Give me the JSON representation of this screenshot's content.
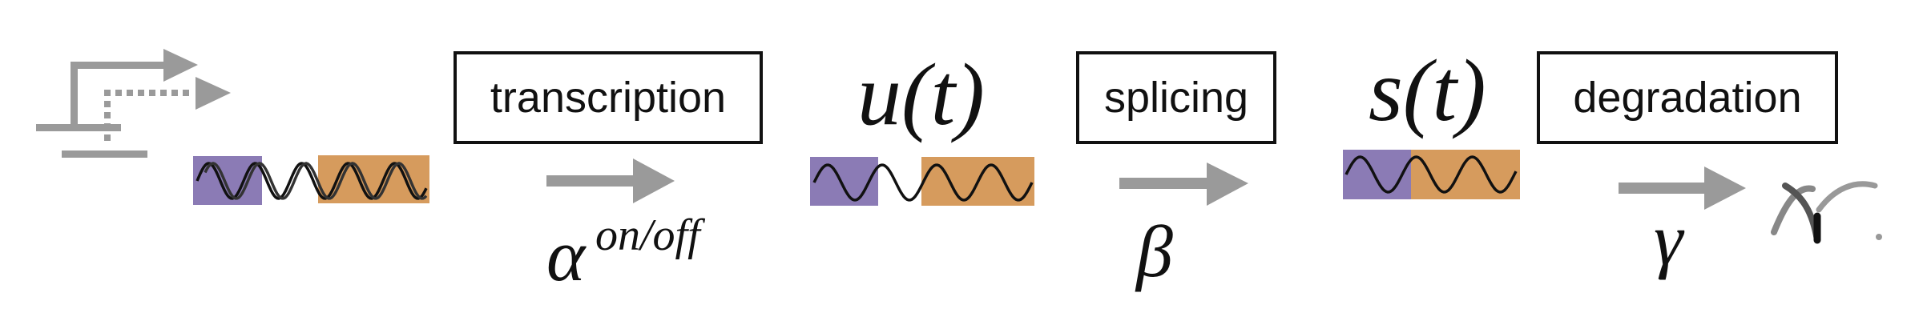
{
  "steps": {
    "transcription": {
      "label": "transcription",
      "rate": "α",
      "rate_superscript": "on/off"
    },
    "splicing": {
      "label": "splicing",
      "rate": "β"
    },
    "degradation": {
      "label": "degradation",
      "rate": "γ"
    }
  },
  "species": {
    "unspliced": "u(t)",
    "spliced": "s(t)"
  },
  "colors": {
    "exon1": "#8b7bb5",
    "exon2": "#d69b5d",
    "arrow": "#9a9a9a"
  }
}
